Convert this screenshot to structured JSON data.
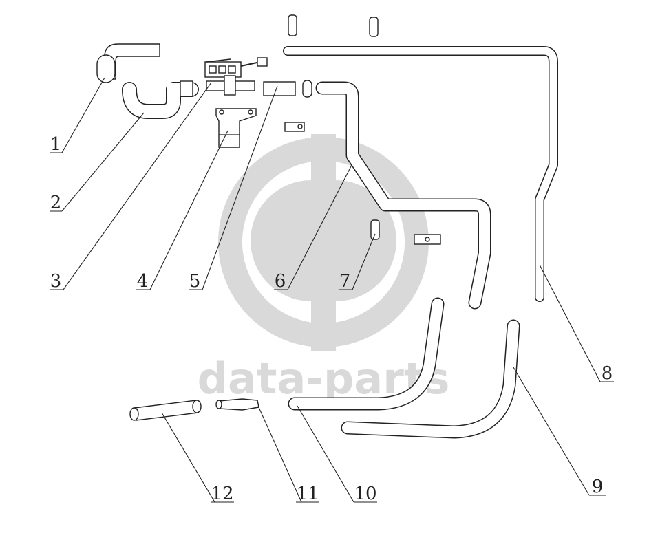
{
  "watermark": {
    "text": "data-parts",
    "color": "#d9d9d9"
  },
  "callouts": [
    "1",
    "2",
    "3",
    "4",
    "5",
    "6",
    "7",
    "8",
    "9",
    "10",
    "11",
    "12"
  ]
}
